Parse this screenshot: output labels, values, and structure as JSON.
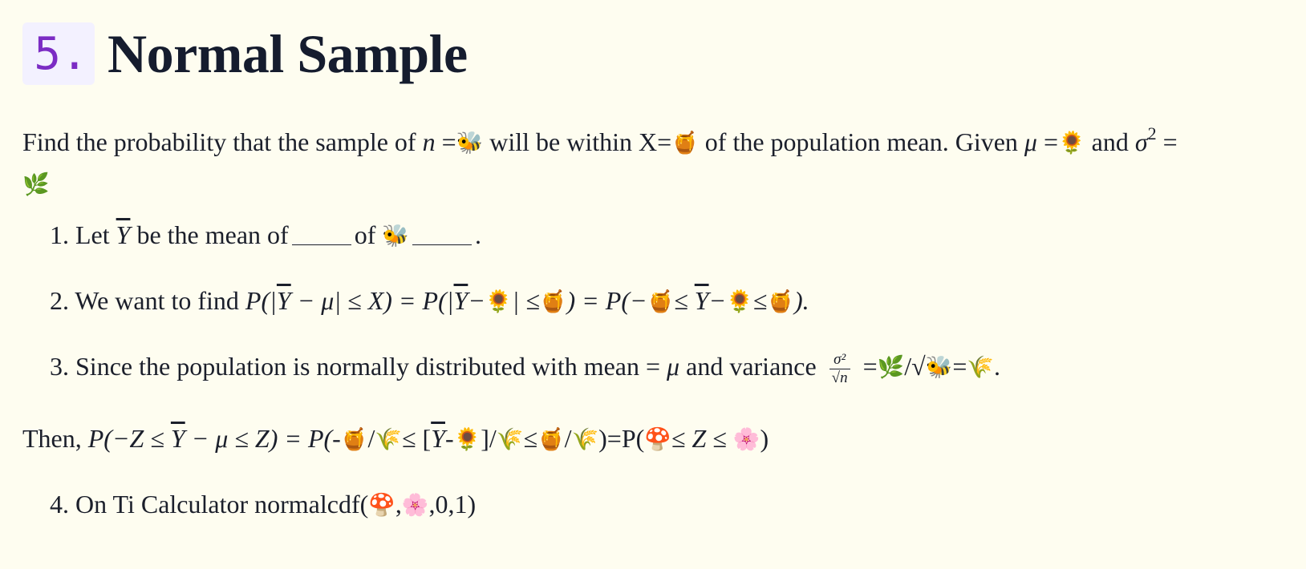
{
  "section": {
    "number": "5.",
    "title": "Normal Sample"
  },
  "emoji": {
    "bee": "🐝",
    "honey": "🍯",
    "sunflower": "🌻",
    "herb": "🌿",
    "rice": "🌾",
    "mushroom": "🍄",
    "blossom": "🌸"
  },
  "intro": {
    "t1": "Find the probability that the sample of ",
    "n_var": "n",
    "eq": " =",
    "t2": " will be within X=",
    "t3": " of the population mean. Given ",
    "mu_var": "μ",
    "eq2": " =",
    "t4": " and ",
    "sigma_var": "σ",
    "sup2": "2",
    "eq3": " ="
  },
  "steps": {
    "s1": {
      "prefix": "1. Let ",
      "ybar": "Y",
      "t1": " be the mean of",
      "t2": "of",
      "t3": "."
    },
    "s2": {
      "prefix": "2. We want to find ",
      "expr1": "P(|",
      "ybar": "Y",
      "expr2": " − μ| ≤ X) = P(|",
      "expr3": "−",
      "expr4": "| ≤",
      "expr5": ") = P(−",
      "expr6": "≤ ",
      "expr7": "−",
      "expr8": "≤",
      "expr9": ")."
    },
    "s3": {
      "prefix": "3. Since the population is normally distributed with mean = ",
      "mu": "μ",
      "t1": " and variance ",
      "frac_top": "σ²",
      "frac_bot": "√n",
      "eq": " =",
      "slash": "/",
      "root": "√",
      "equals": "=",
      "end": "."
    },
    "then": {
      "prefix": "Then, ",
      "expr1": "P(−Z ≤ ",
      "ybar": "Y",
      "expr2": " − μ ≤ Z) = P(",
      "t1": "-",
      "t2": "/",
      "t3": "≤ [",
      "t4": "-",
      "t5": "]/",
      "t6": "≤",
      "t7": "/",
      "t8": ")=P(",
      "t9": "≤ Z ≤ ",
      "t10": ")"
    },
    "s4": {
      "prefix": "4. On Ti Calculator normalcdf(",
      "c1": ",",
      "c2": ",0,1)"
    }
  }
}
